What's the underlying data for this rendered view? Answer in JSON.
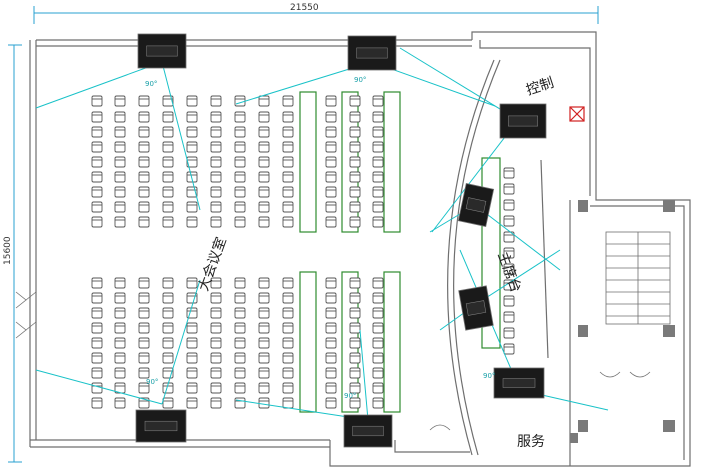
{
  "dimensions": {
    "width_label": "21550",
    "height_label": "15600"
  },
  "rooms": {
    "main_hall": "大会议室",
    "control": "控制",
    "stage": "主席台",
    "service": "服务"
  },
  "angle_label": "90°",
  "colors": {
    "wall": "#6f6f6f",
    "seat": "#555555",
    "table": "#2e8b2e",
    "coverage": "#19c2c8",
    "speaker": "#1a1a1a",
    "dimension": "#28a0d0",
    "marker": "#d02020"
  },
  "icons": [
    "speaker-icon",
    "seat-icon",
    "door-swing-icon",
    "exit-marker-icon"
  ]
}
